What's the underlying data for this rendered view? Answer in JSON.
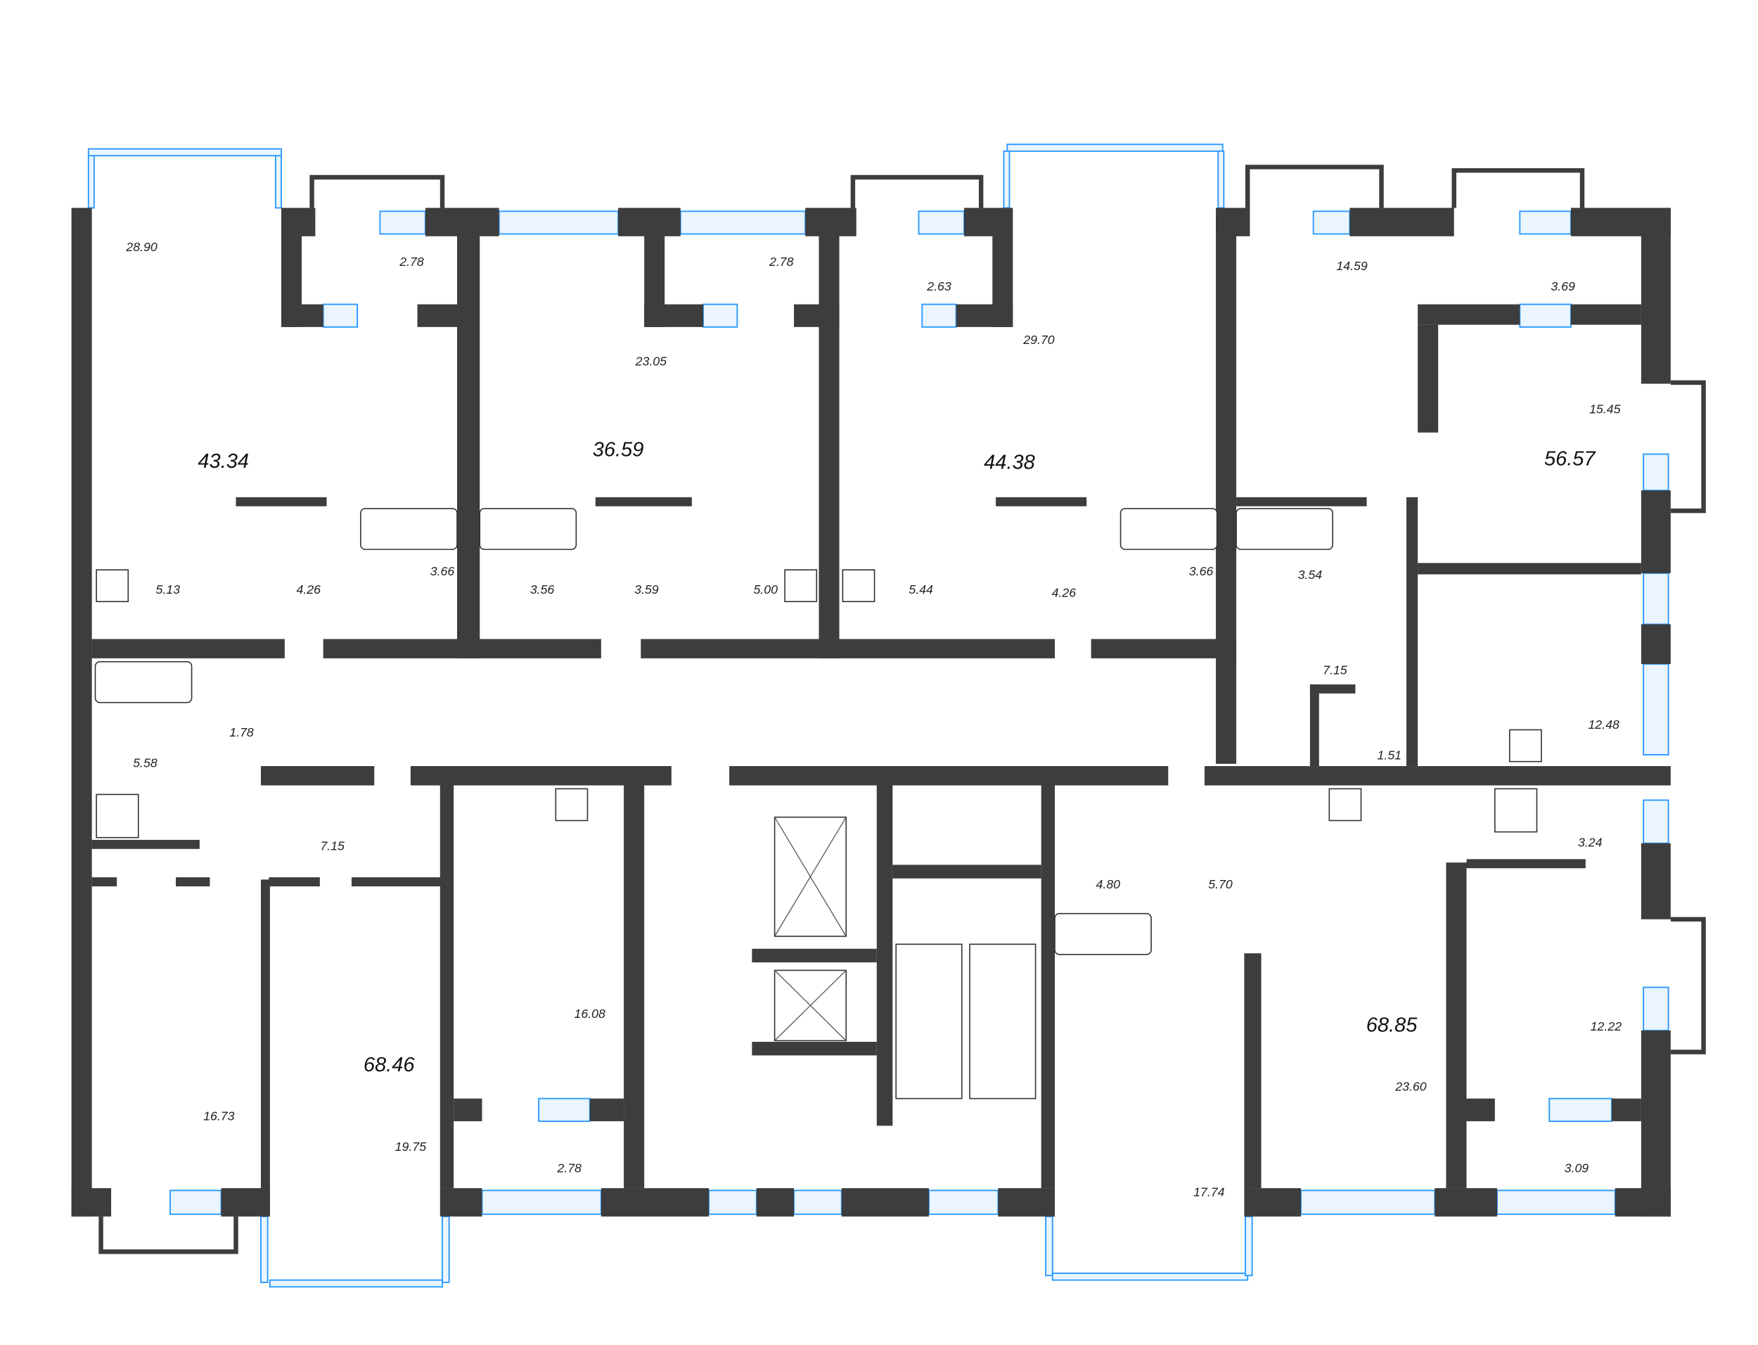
{
  "plan": {
    "wall_color": "#3d3d3d",
    "window_color": "#2f9bff",
    "apartments": [
      {
        "total": "43.34"
      },
      {
        "total": "36.59"
      },
      {
        "total": "44.38"
      },
      {
        "total": "56.57"
      },
      {
        "total": "68.46"
      },
      {
        "total": "68.85"
      }
    ],
    "rooms": {
      "a1_living": "28.90",
      "a1_balcony": "2.78",
      "a1_kitchen": "5.13",
      "a1_hall": "4.26",
      "a1_bath": "3.66",
      "a2_living": "23.05",
      "a2_balcony": "2.78",
      "a2_bath": "3.56",
      "a2_hall": "3.59",
      "a2_kitchen": "5.00",
      "a3_balcony": "2.63",
      "a3_living": "29.70",
      "a3_kitchen": "5.44",
      "a3_hall": "4.26",
      "a3_bath": "3.66",
      "a4_room1": "14.59",
      "a4_balcony1": "3.69",
      "a4_room2": "15.45",
      "a4_bath": "3.54",
      "a4_hall": "7.15",
      "a4_wc": "1.51",
      "a4_kitchen": "12.48",
      "a5_wc": "1.78",
      "a5_bath": "5.58",
      "a5_hall": "7.15",
      "a5_room1": "16.73",
      "a5_room2": "19.75",
      "a5_kitchen": "16.08",
      "a5_balcony": "2.78",
      "a6_bath1": "4.80",
      "a6_hall": "5.70",
      "a6_living": "23.60",
      "a6_room": "17.74",
      "a6_bath2": "3.24",
      "a6_room2": "12.22",
      "a6_balcony": "3.09"
    }
  }
}
